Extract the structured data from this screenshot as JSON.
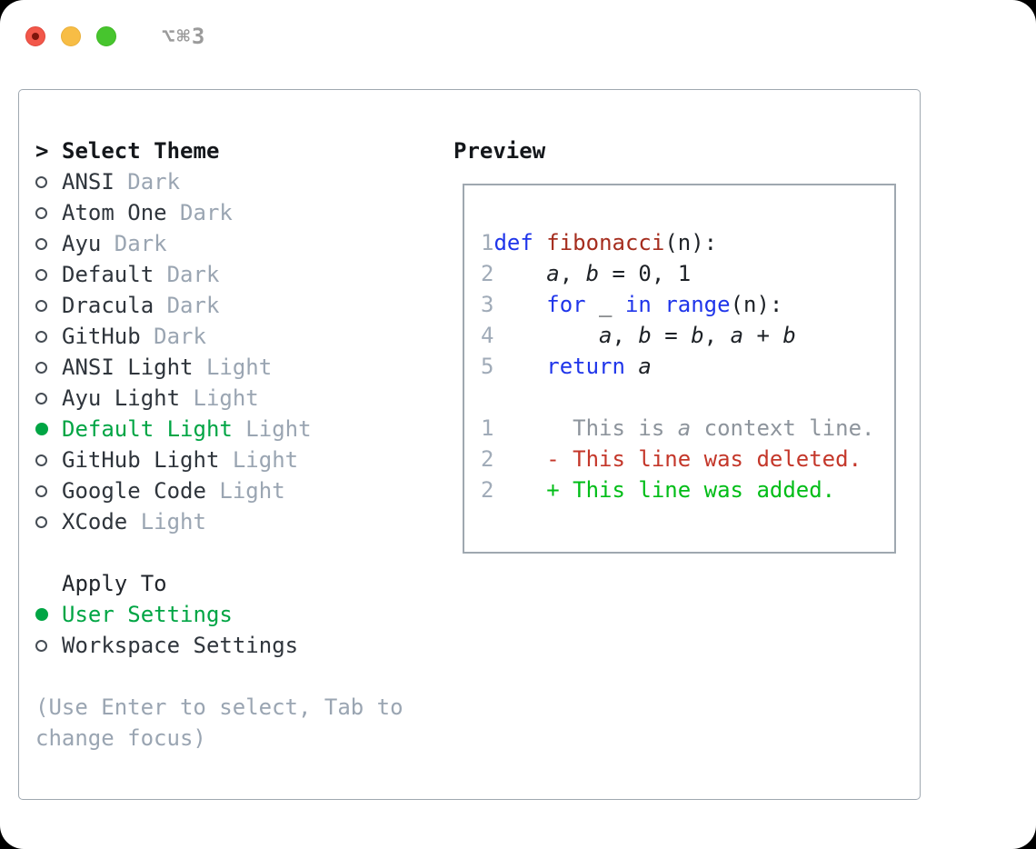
{
  "window": {
    "title": "⌥⌘3",
    "buttons": [
      "close",
      "minimize",
      "zoom"
    ]
  },
  "picker": {
    "prompt": ">",
    "title": "Select Theme",
    "themes": [
      {
        "name": "ANSI",
        "variant": "Dark",
        "selected": false
      },
      {
        "name": "Atom One",
        "variant": "Dark",
        "selected": false
      },
      {
        "name": "Ayu",
        "variant": "Dark",
        "selected": false
      },
      {
        "name": "Default",
        "variant": "Dark",
        "selected": false
      },
      {
        "name": "Dracula",
        "variant": "Dark",
        "selected": false
      },
      {
        "name": "GitHub",
        "variant": "Dark",
        "selected": false
      },
      {
        "name": "ANSI Light",
        "variant": "Light",
        "selected": false
      },
      {
        "name": "Ayu Light",
        "variant": "Light",
        "selected": false
      },
      {
        "name": "Default Light",
        "variant": "Light",
        "selected": true
      },
      {
        "name": "GitHub Light",
        "variant": "Light",
        "selected": false
      },
      {
        "name": "Google Code",
        "variant": "Light",
        "selected": false
      },
      {
        "name": "XCode",
        "variant": "Light",
        "selected": false
      }
    ],
    "apply": {
      "title": "Apply To",
      "options": [
        {
          "label": "User Settings",
          "selected": true
        },
        {
          "label": "Workspace Settings",
          "selected": false
        }
      ]
    },
    "help": {
      "line1": "(Use Enter to select, Tab to",
      "line2": "change focus)"
    }
  },
  "preview": {
    "title": "Preview",
    "lines": [
      {
        "num": "1",
        "tokens": [
          [
            "kw",
            "def"
          ],
          [
            "pl",
            " "
          ],
          [
            "fn",
            "fibonacci"
          ],
          [
            "pl",
            "(n):"
          ]
        ]
      },
      {
        "num": "2",
        "tokens": [
          [
            "pl",
            "    "
          ],
          [
            "id",
            "a"
          ],
          [
            "pl",
            ", "
          ],
          [
            "id",
            "b"
          ],
          [
            "pl",
            " = 0, 1"
          ]
        ]
      },
      {
        "num": "3",
        "tokens": [
          [
            "pl",
            "    "
          ],
          [
            "kw",
            "for"
          ],
          [
            "pl",
            " _ "
          ],
          [
            "kw",
            "in"
          ],
          [
            "pl",
            " "
          ],
          [
            "kw",
            "range"
          ],
          [
            "pl",
            "(n):"
          ]
        ]
      },
      {
        "num": "4",
        "tokens": [
          [
            "pl",
            "        "
          ],
          [
            "id",
            "a"
          ],
          [
            "pl",
            ", "
          ],
          [
            "id",
            "b"
          ],
          [
            "pl",
            " = "
          ],
          [
            "id",
            "b"
          ],
          [
            "pl",
            ", "
          ],
          [
            "id",
            "a"
          ],
          [
            "pl",
            " + "
          ],
          [
            "id",
            "b"
          ]
        ]
      },
      {
        "num": "5",
        "tokens": [
          [
            "pl",
            "    "
          ],
          [
            "kw",
            "return"
          ],
          [
            "pl",
            " "
          ],
          [
            "id",
            "a"
          ]
        ]
      },
      {
        "blank": true
      },
      {
        "num": "1",
        "tokens": [
          [
            "ctx",
            "      This is "
          ],
          [
            "ctx-i",
            "a"
          ],
          [
            "ctx",
            " context line."
          ]
        ]
      },
      {
        "num": "2",
        "tokens": [
          [
            "del",
            "    - This line was deleted."
          ]
        ]
      },
      {
        "num": "2",
        "tokens": [
          [
            "add",
            "    + This line was added."
          ]
        ]
      }
    ]
  },
  "colors": {
    "green": "#00a544",
    "add": "#00bd17",
    "del": "#c4372a",
    "kw": "#1f35ea",
    "fn": "#a52d1e",
    "muted": "#9aa5b2",
    "text": "#2f353c",
    "heading": "#14171b",
    "border": "#9fa8b0",
    "ctx": "#8d949c",
    "ln": "#a0abb8",
    "tred": "#f2574a",
    "tyellow": "#f7bd45",
    "tgreen": "#47c52e"
  }
}
